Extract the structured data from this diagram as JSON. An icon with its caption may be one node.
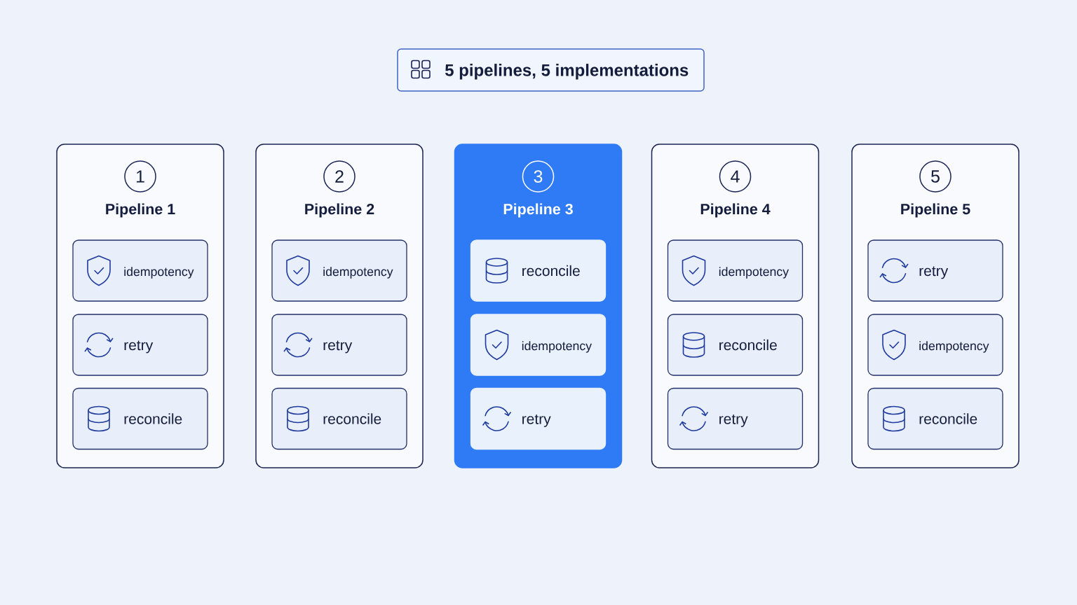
{
  "diagram": {
    "title": "5 pipelines, 5 implementations",
    "nodes": [
      {
        "text": [
          "Pipeline 1"
        ]
      },
      {
        "text": [
          "1"
        ],
        "in": 0
      },
      {
        "text": [
          "idempotency"
        ],
        "in": 0
      },
      {
        "text": [
          "retry"
        ],
        "in": 0
      },
      {
        "text": [
          "reconcile"
        ],
        "in": 0
      },
      {
        "text": [
          "Pipeline 2"
        ]
      },
      {
        "text": [
          "2"
        ],
        "in": 5
      },
      {
        "text": [
          "idempotency"
        ],
        "in": 5
      },
      {
        "text": [
          "retry"
        ],
        "in": 5
      },
      {
        "text": [
          "reconcile"
        ],
        "in": 5
      },
      {
        "text": [
          "Pipeline 3"
        ]
      },
      {
        "text": [
          "3"
        ],
        "in": 10
      },
      {
        "text": [
          "reconcile"
        ],
        "in": 10
      },
      {
        "text": [
          "idempotency"
        ],
        "in": 10
      },
      {
        "text": [
          "retry"
        ],
        "in": 10
      },
      {
        "text": [
          "Pipeline 4"
        ]
      },
      {
        "text": [
          "4"
        ],
        "in": 15
      },
      {
        "text": [
          "idempotency"
        ],
        "in": 15
      },
      {
        "text": [
          "reconcile"
        ],
        "in": 15
      },
      {
        "text": [
          "retry"
        ],
        "in": 15
      },
      {
        "text": [
          "Pipeline 5"
        ]
      },
      {
        "text": [
          "5"
        ],
        "in": 20
      },
      {
        "text": [
          "retry"
        ],
        "in": 20
      },
      {
        "text": [
          "idempotency"
        ],
        "in": 20
      },
      {
        "text": [
          "reconcile"
        ],
        "in": 20
      }
    ]
  }
}
